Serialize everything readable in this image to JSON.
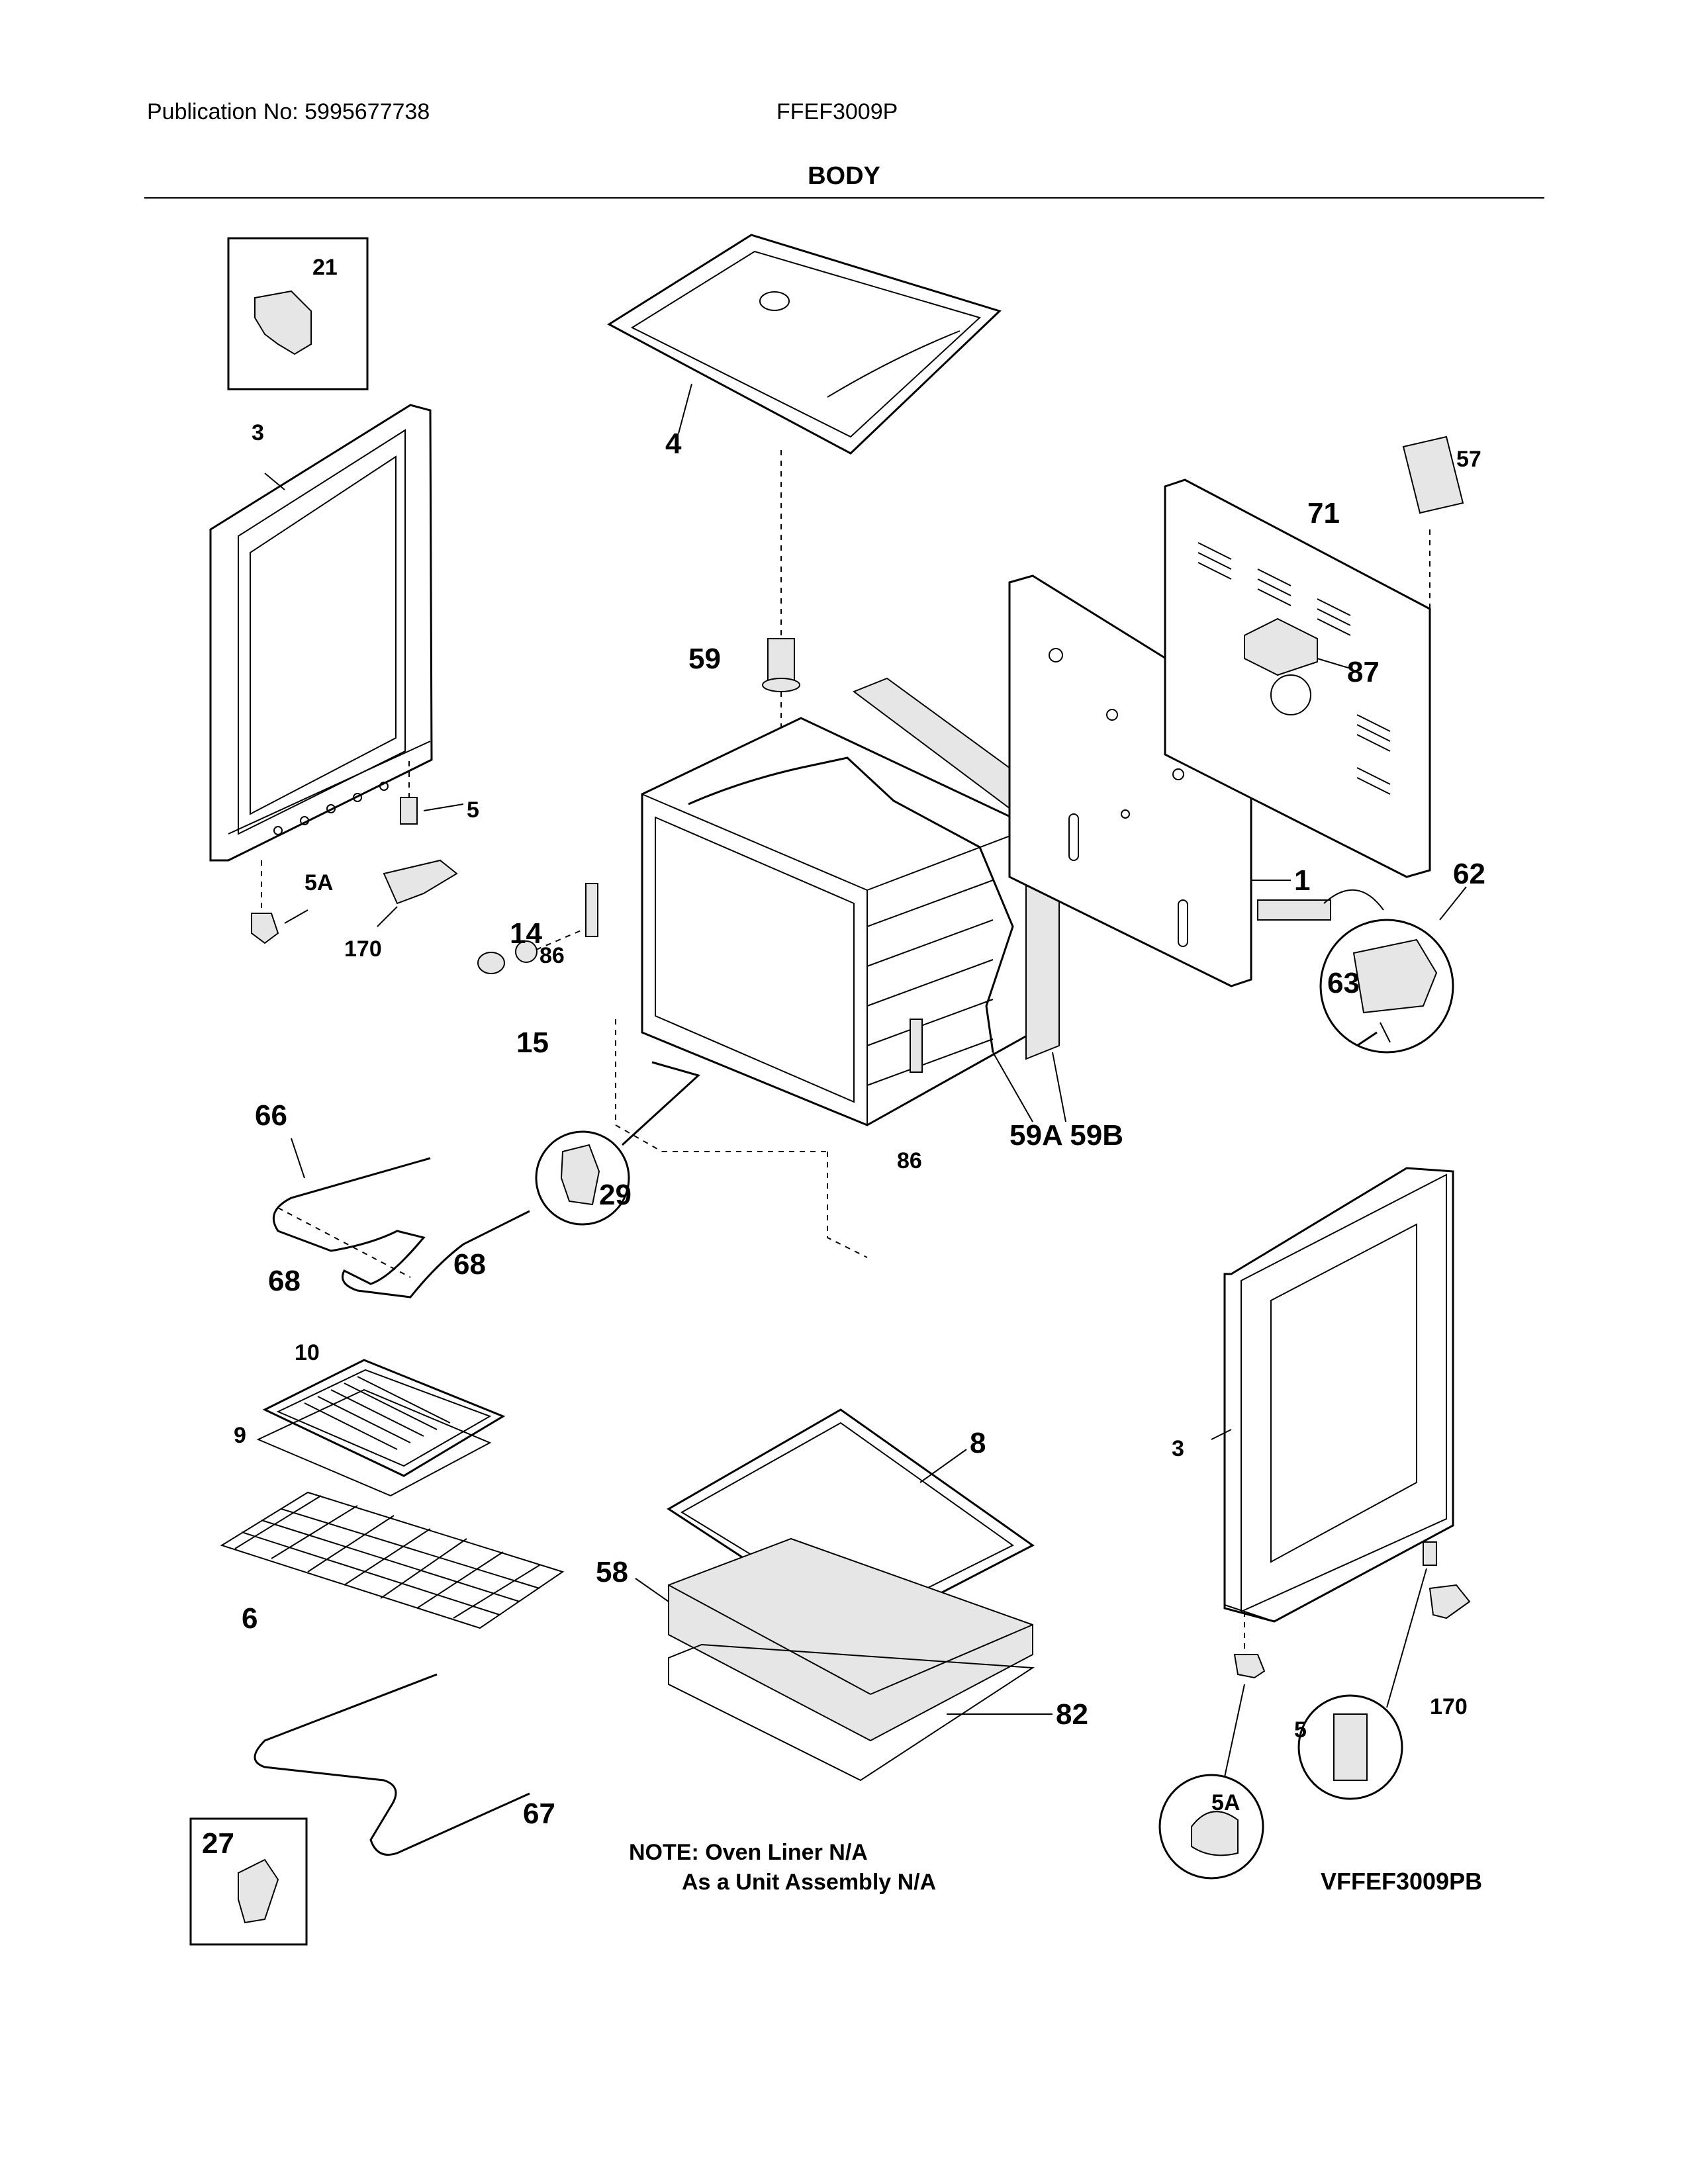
{
  "header": {
    "publication": "Publication No: 5995677738",
    "model": "FFEF3009P",
    "title": "BODY"
  },
  "callouts": {
    "c21": "21",
    "c3_left": "3",
    "c4": "4",
    "c57": "57",
    "c71": "71",
    "c87": "87",
    "c59": "59",
    "c5_left": "5",
    "c5a_left": "5A",
    "c170_left": "170",
    "c1": "1",
    "c62": "62",
    "c63": "63",
    "c14": "14",
    "c86_a": "86",
    "c15": "15",
    "c59a_59b": "59A 59B",
    "c86_b": "86",
    "c29": "29",
    "c66": "66",
    "c68_left": "68",
    "c68_right": "68",
    "c10": "10",
    "c9": "9",
    "c6": "6",
    "c8": "8",
    "c58": "58",
    "c82": "82",
    "c67": "67",
    "c27": "27",
    "c3_right": "3",
    "c170_right": "170",
    "c5_right": "5",
    "c5a_right": "5A"
  },
  "notes": {
    "line1": "NOTE: Oven Liner N/A",
    "line2": "As a Unit Assembly N/A"
  },
  "figure_code": "VFFEF3009PB"
}
